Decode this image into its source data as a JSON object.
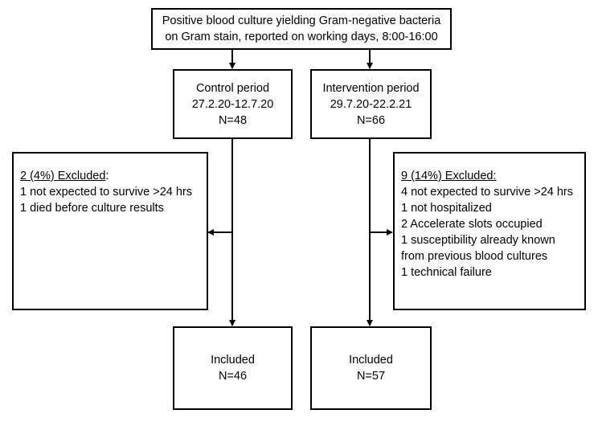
{
  "top_box": {
    "line1": "Positive blood culture yielding Gram-negative bacteria",
    "line2": "on Gram stain, reported on working days, 8:00-16:00"
  },
  "control": {
    "title": "Control period",
    "dates": "27.2.20-12.7.20",
    "n": "N=48"
  },
  "intervention": {
    "title": "Intervention period",
    "dates": "29.7.20-22.2.21",
    "n": "N=66"
  },
  "control_excluded": {
    "heading_count": "2 (4%) Excluded",
    "heading_suffix": ":",
    "items": [
      "1 not expected to survive >24 hrs",
      "1 died before culture results"
    ]
  },
  "intervention_excluded": {
    "heading": "9 (14%) Excluded:",
    "items": [
      "4 not expected to survive >24 hrs",
      "1 not hospitalized",
      "2 Accelerate slots occupied",
      "1 susceptibility already known",
      "from previous blood cultures",
      "1 technical failure"
    ]
  },
  "control_included": {
    "label": "Included",
    "n": "N=46"
  },
  "intervention_included": {
    "label": "Included",
    "n": "N=57"
  },
  "colors": {
    "stroke": "#000000",
    "background": "#ffffff"
  }
}
